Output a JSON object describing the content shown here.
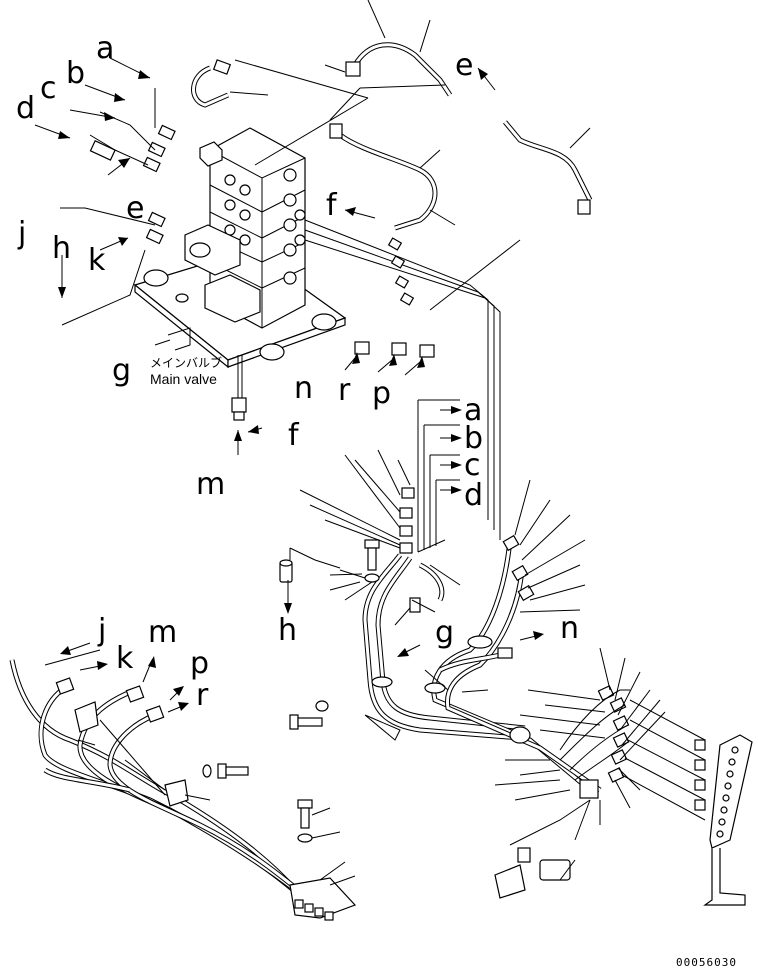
{
  "diagram": {
    "labels": {
      "a_top": "a",
      "b_top": "b",
      "c_top": "c",
      "d_top": "d",
      "e_left": "e",
      "e_right": "e",
      "f_upper": "f",
      "f_lower": "f",
      "j_top": "j",
      "k_top": "k",
      "h_top": "h",
      "g_top": "g",
      "n_top": "n",
      "r_top": "r",
      "p_top": "p",
      "m_top": "m",
      "a_mid": "a",
      "b_mid": "b",
      "c_mid": "c",
      "d_mid": "d",
      "h_mid": "h",
      "g_mid": "g",
      "n_mid": "n",
      "j_low": "j",
      "k_low": "k",
      "m_low": "m",
      "p_low": "p",
      "r_low": "r"
    },
    "main_valve_jp": "メインバルブ",
    "main_valve_en": "Main valve",
    "figure_code": "00056030",
    "colors": {
      "line": "#000000",
      "background": "#ffffff"
    }
  }
}
